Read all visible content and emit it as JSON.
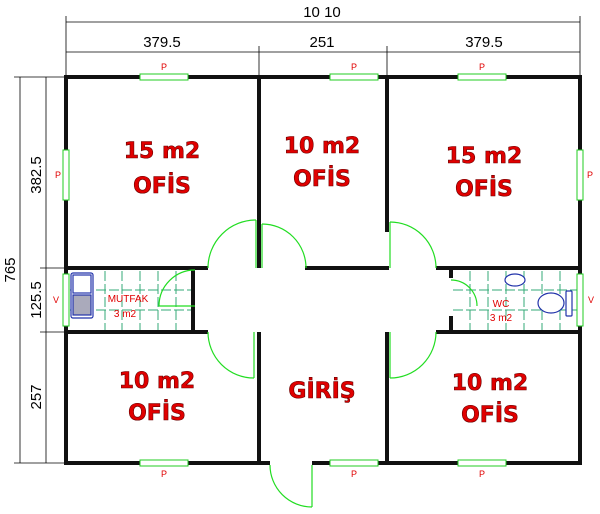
{
  "dimensions": {
    "total_width": "10 10",
    "widths": [
      "379.5",
      "251",
      "379.5"
    ],
    "total_depth": "765",
    "depths": [
      "382.5",
      "125.5",
      "257"
    ]
  },
  "rooms": [
    {
      "area": "15 m2",
      "name": "OFİS"
    },
    {
      "area": "10 m2",
      "name": "OFİS"
    },
    {
      "area": "15 m2",
      "name": "OFİS"
    },
    {
      "area": "10 m2",
      "name": "OFİS"
    },
    {
      "name": "GİRİŞ"
    },
    {
      "area": "10 m2",
      "name": "OFİS"
    }
  ],
  "kitchen": {
    "name": "MUTFAK",
    "area": "3 m2"
  },
  "wc": {
    "name": "WC",
    "area": "3 m2"
  },
  "window_labels": {
    "p": "P",
    "v": "V"
  }
}
